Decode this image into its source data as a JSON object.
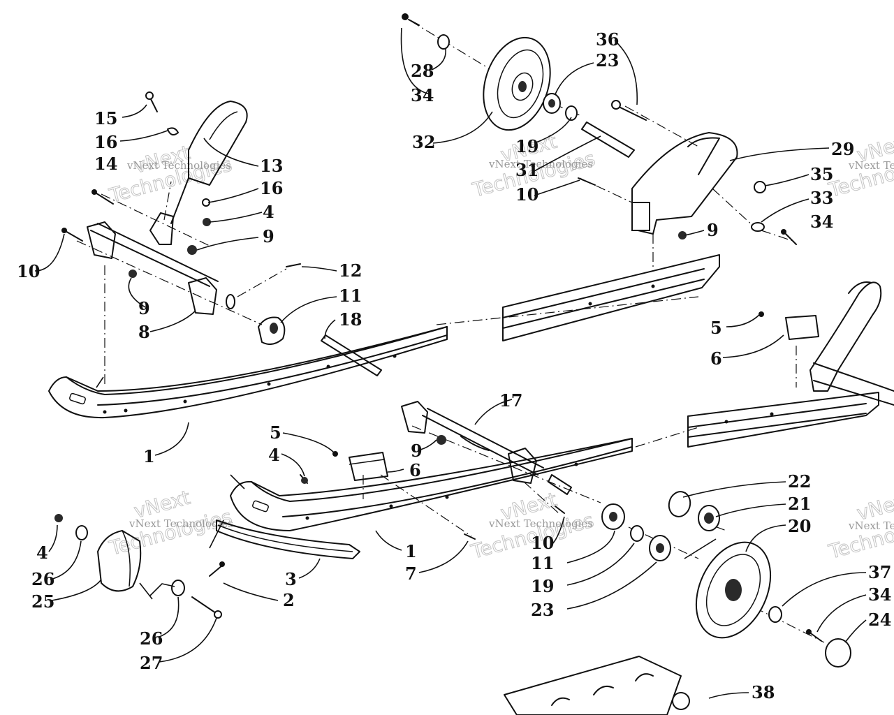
{
  "labels": {
    "l36": "36",
    "l23a": "23",
    "l28": "28",
    "l34a": "34",
    "l32": "32",
    "l19a": "19",
    "l31": "31",
    "l10a": "10",
    "l29": "29",
    "l35": "35",
    "l33": "33",
    "l34b": "34",
    "l9a": "9",
    "l15": "15",
    "l16a": "16",
    "l13": "13",
    "l14": "14",
    "l16b": "16",
    "l4a": "4",
    "l9b": "9",
    "l10b": "10",
    "l12": "12",
    "l11a": "11",
    "l9c": "9",
    "l8": "8",
    "l18": "18",
    "l1a": "1",
    "l5a": "5",
    "l6a": "6",
    "l17": "17",
    "l5b": "5",
    "l4b": "4",
    "l6b": "6",
    "l9d": "9",
    "l22": "22",
    "l21": "21",
    "l20": "20",
    "l4c": "4",
    "l26a": "26",
    "l25": "25",
    "l26b": "26",
    "l27": "27",
    "l3": "3",
    "l2": "2",
    "l1b": "1",
    "l7": "7",
    "l10c": "10",
    "l11b": "11",
    "l19b": "19",
    "l23b": "23",
    "l37": "37",
    "l34c": "34",
    "l24": "24",
    "l38": "38"
  },
  "watermark": {
    "company": "vNext Technologies",
    "word1": "vNext",
    "word2": "Technologies"
  }
}
